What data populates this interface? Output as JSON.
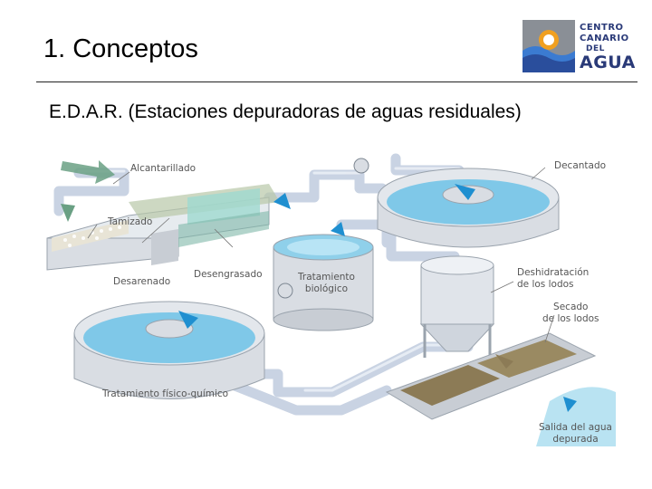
{
  "slide": {
    "title": "1. Conceptos",
    "subtitle": "E.D.A.R. (Estaciones depuradoras de aguas residuales)"
  },
  "logo": {
    "line1": "CENTRO",
    "line2": "CANARIO",
    "line3": "DEL",
    "line4": "AGUA"
  },
  "diagram": {
    "labels": {
      "alcantarillado": "Alcantarillado",
      "tamizado": "Tamizado",
      "desarenado": "Desarenado",
      "desengrasado": "Desengrasado",
      "tratamiento_biologico_1": "Tratamiento",
      "tratamiento_biologico_2": "biológico",
      "decantado": "Decantado",
      "deshidratacion_1": "Deshidratación",
      "deshidratacion_2": "de los lodos",
      "secado_1": "Secado",
      "secado_2": "de los lodos",
      "fisico_quimico": "Tratamiento físico-químico",
      "salida_1": "Salida del agua",
      "salida_2": "depurada"
    },
    "colors": {
      "pipe": "#c9d3e3",
      "tank_wall": "#d9dde3",
      "water": "#7fc8e8",
      "flow_arrow": "#1f8fd0",
      "inflow_arrow": "#6aa084",
      "sludge": "#8c7b56"
    }
  }
}
